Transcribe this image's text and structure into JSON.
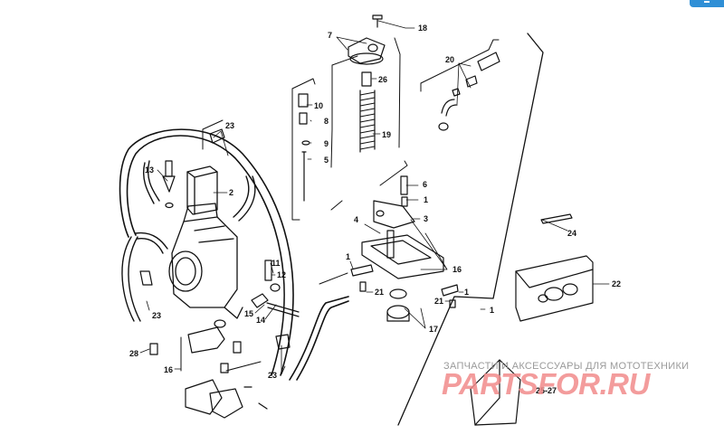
{
  "corner_tab": {
    "color": "#2f8fd6"
  },
  "callouts": [
    {
      "key": "c18",
      "text": "18"
    },
    {
      "key": "c7",
      "text": "7"
    },
    {
      "key": "c20",
      "text": "20"
    },
    {
      "key": "c26",
      "text": "26"
    },
    {
      "key": "c10",
      "text": "10"
    },
    {
      "key": "c8",
      "text": "8"
    },
    {
      "key": "c9",
      "text": "9"
    },
    {
      "key": "c5",
      "text": "5"
    },
    {
      "key": "c19",
      "text": "19"
    },
    {
      "key": "c23a",
      "text": "23"
    },
    {
      "key": "c13",
      "text": "13"
    },
    {
      "key": "c2",
      "text": "2"
    },
    {
      "key": "c6",
      "text": "6"
    },
    {
      "key": "c1a",
      "text": "1"
    },
    {
      "key": "c3",
      "text": "3"
    },
    {
      "key": "c4",
      "text": "4"
    },
    {
      "key": "c24",
      "text": "24"
    },
    {
      "key": "c11",
      "text": "11"
    },
    {
      "key": "c12",
      "text": "12"
    },
    {
      "key": "c1b",
      "text": "1"
    },
    {
      "key": "c16a",
      "text": "16"
    },
    {
      "key": "c22",
      "text": "22"
    },
    {
      "key": "c21a",
      "text": "21"
    },
    {
      "key": "c21b",
      "text": "21"
    },
    {
      "key": "c1c",
      "text": "1"
    },
    {
      "key": "c15",
      "text": "15"
    },
    {
      "key": "c14",
      "text": "14"
    },
    {
      "key": "c23b",
      "text": "23"
    },
    {
      "key": "c1d",
      "text": "1"
    },
    {
      "key": "c17",
      "text": "17"
    },
    {
      "key": "c28",
      "text": "28"
    },
    {
      "key": "c16b",
      "text": "16"
    },
    {
      "key": "c23c",
      "text": "23"
    },
    {
      "key": "c2527",
      "text": "25-27"
    }
  ],
  "watermark": {
    "tagline": "ЗАПЧАСТИ И АКСЕССУАРЫ ДЛЯ МОТОТЕХНИКИ",
    "brand": "PARTSFOR.RU",
    "brand_color": "#f28b8b"
  }
}
